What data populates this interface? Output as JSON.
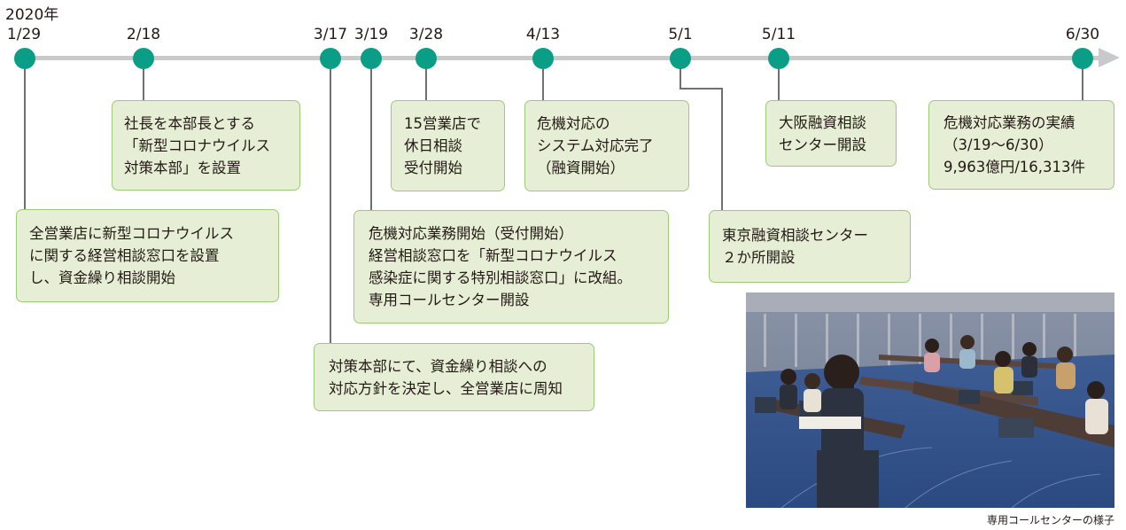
{
  "year_label": "2020年",
  "dates": [
    {
      "id": "d0129",
      "label": "1/29"
    },
    {
      "id": "d0218",
      "label": "2/18"
    },
    {
      "id": "d0317",
      "label": "3/17"
    },
    {
      "id": "d0319",
      "label": "3/19"
    },
    {
      "id": "d0328",
      "label": "3/28"
    },
    {
      "id": "d0413",
      "label": "4/13"
    },
    {
      "id": "d0501",
      "label": "5/1"
    },
    {
      "id": "d0511",
      "label": "5/11"
    },
    {
      "id": "d0630",
      "label": "6/30"
    }
  ],
  "events": {
    "d0129": [
      "全営業店に新型コロナウイルス",
      "に関する経営相談窓口を設置",
      "し、資金繰り相談開始"
    ],
    "d0218": [
      "社長を本部長とする",
      "「新型コロナウイルス",
      "対策本部」を設置"
    ],
    "d0317": [
      "対策本部にて、資金繰り相談への",
      "対応方針を決定し、全営業店に周知"
    ],
    "d0319": [
      "危機対応業務開始（受付開始）",
      "経営相談窓口を「新型コロナウイルス",
      "感染症に関する特別相談窓口」に改組。",
      "専用コールセンター開設"
    ],
    "d0328": [
      "15営業店で",
      "休日相談",
      "受付開始"
    ],
    "d0413": [
      "危機対応の",
      "システム対応完了",
      "（融資開始）"
    ],
    "d0501": [
      "東京融資相談センター",
      "２か所開設"
    ],
    "d0511": [
      "大阪融資相談",
      "センター開設"
    ],
    "d0630": [
      "危機対応業務の実績",
      "（3/19～6/30）",
      "9,963億円/16,313件"
    ]
  },
  "photo_caption": "専用コールセンターの様子",
  "colors": {
    "dot": "#0a9e86",
    "axis": "#c8c9ca",
    "box_fill": "#e6efd5",
    "box_border": "#9ccb78",
    "connector": "#6f7070"
  }
}
